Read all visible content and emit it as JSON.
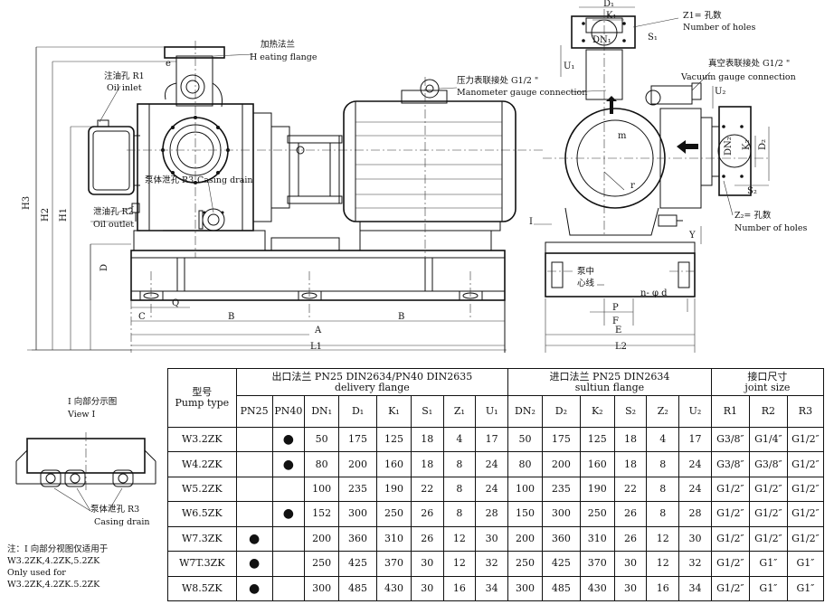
{
  "drawing_labels": {
    "oil_inlet_zh": "注油孔 R1",
    "oil_inlet_en": "Oil inlet",
    "heating_flange_zh": "加热法兰",
    "heating_flange_en": "H eating flange",
    "casing_drain_zh": "泵体泄孔 R3",
    "casing_drain_en": "Casing drain",
    "oil_outlet_zh": "泄油孔 R2",
    "oil_outlet_en": "Oil outlet",
    "manometer_zh": "压力表联接处 G1/2 \"",
    "manometer_en": "Manometer gauge connection",
    "vacuum_zh": "真空表联接处 G1/2 \"",
    "vacuum_en": "Vacuum gauge connection",
    "z1_holes_zh": "Z1= 孔数",
    "z1_holes_en": "Number of holes",
    "z2_holes_zh": "Z₂= 孔数",
    "z2_holes_en": "Number of holes",
    "pump_centerline_1": "泵中",
    "pump_centerline_2": "心线",
    "view_i_zh": "I 向部分示图",
    "view_i_en": "View I",
    "view_drain_zh": "泵体泄孔 R3",
    "view_drain_en": "Casing drain",
    "note_1": "注：I 向部分视图仅适用于",
    "note_2": "W3.2ZK,4.2ZK,5.2ZK",
    "note_3": "Only used for",
    "note_4": "W3.2ZK,4.2ZK.5.2ZK"
  },
  "dimension_labels": {
    "H3": "H3",
    "H2": "H2",
    "H1": "H1",
    "D": "D",
    "C": "C",
    "Q": "Q",
    "B": "B",
    "A": "A",
    "L1": "L1",
    "L2": "L2",
    "e": "e",
    "I": "I",
    "Y": "Y",
    "P": "P",
    "F": "F",
    "E": "E",
    "r": "r",
    "m": "m",
    "n_phi_d": "n- φ d",
    "D1": "D₁",
    "K1": "K₁",
    "DN1": "DN₁",
    "S1": "S₁",
    "U1": "U₁",
    "U2": "U₂",
    "DN2": "DN₂",
    "K2": "K₂",
    "D2": "D₂",
    "S2": "S₂"
  },
  "table": {
    "pump_type_zh": "型号",
    "pump_type_en": "Pump type",
    "delivery_zh": "出口法兰 PN25 DIN2634/PN40 DIN2635",
    "delivery_en": "delivery flange",
    "suction_zh": "进口法兰 PN25 DIN2634",
    "suction_en": "sultiun flange",
    "joint_zh": "接口尺寸",
    "joint_en": "joint size",
    "subheaders": [
      "PN25",
      "PN40",
      "DN₁",
      "D₁",
      "K₁",
      "S₁",
      "Z₁",
      "U₁",
      "DN₂",
      "D₂",
      "K₂",
      "S₂",
      "Z₂",
      "U₂",
      "R1",
      "R2",
      "R3"
    ],
    "rows": [
      [
        "W3.2ZK",
        "",
        "●",
        "50",
        "175",
        "125",
        "18",
        "4",
        "17",
        "50",
        "175",
        "125",
        "18",
        "4",
        "17",
        "G3/8″",
        "G1/4″",
        "G1/2″"
      ],
      [
        "W4.2ZK",
        "",
        "●",
        "80",
        "200",
        "160",
        "18",
        "8",
        "24",
        "80",
        "200",
        "160",
        "18",
        "8",
        "24",
        "G3/8″",
        "G3/8″",
        "G1/2″"
      ],
      [
        "W5.2ZK",
        "",
        "",
        "100",
        "235",
        "190",
        "22",
        "8",
        "24",
        "100",
        "235",
        "190",
        "22",
        "8",
        "24",
        "G1/2″",
        "G1/2″",
        "G1/2″"
      ],
      [
        "W6.5ZK",
        "",
        "●",
        "152",
        "300",
        "250",
        "26",
        "8",
        "28",
        "150",
        "300",
        "250",
        "26",
        "8",
        "28",
        "G1/2″",
        "G1/2″",
        "G1/2″"
      ],
      [
        "W7.3ZK",
        "●",
        "",
        "200",
        "360",
        "310",
        "26",
        "12",
        "30",
        "200",
        "360",
        "310",
        "26",
        "12",
        "30",
        "G1/2″",
        "G1/2″",
        "G1/2″"
      ],
      [
        "W7T.3ZK",
        "●",
        "",
        "250",
        "425",
        "370",
        "30",
        "12",
        "32",
        "250",
        "425",
        "370",
        "30",
        "12",
        "32",
        "G1/2″",
        "G1″",
        "G1″"
      ],
      [
        "W8.5ZK",
        "●",
        "",
        "300",
        "485",
        "430",
        "30",
        "16",
        "34",
        "300",
        "485",
        "430",
        "30",
        "16",
        "34",
        "G1/2″",
        "G1″",
        "G1″"
      ]
    ]
  }
}
